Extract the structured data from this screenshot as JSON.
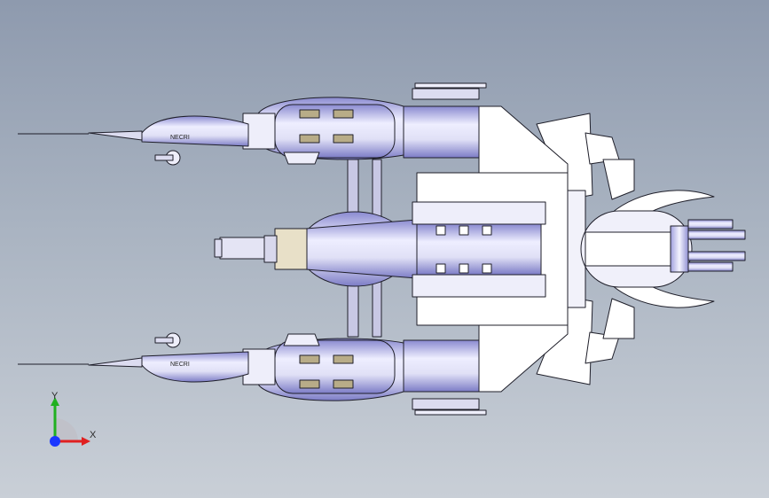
{
  "viewport": {
    "model_name": "spaceship-3d-model-top-view",
    "background_top": "#8e9aae",
    "background_bottom": "#c9cfd7",
    "body_color": "#dcdcf0",
    "edge_color": "#1f1f2a"
  },
  "triad": {
    "x_label": "X",
    "y_label": "Y",
    "x_color": "#e02020",
    "y_color": "#20b020",
    "z_color": "#1a36ff"
  },
  "pod_marking_upper": "NECRI",
  "pod_marking_lower": "NECRI"
}
